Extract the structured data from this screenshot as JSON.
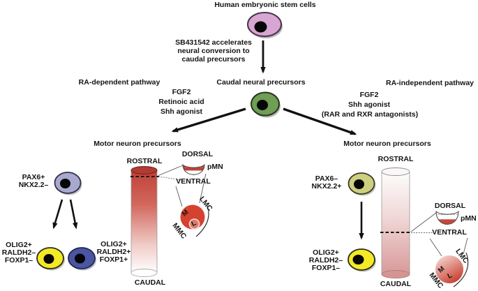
{
  "top": {
    "title": "Human embryonic stem cells",
    "sb_note_line1": "SB431542 accelerates",
    "sb_note_line2": "neural conversion to",
    "sb_note_line3": "caudal precursors",
    "caudal_label": "Caudal neural precursors"
  },
  "left": {
    "pathway": "RA-dependent pathway",
    "factor1": "FGF2",
    "factor2": "Retinoic acid",
    "factor3": "Shh agonist",
    "mn_label": "Motor neuron precursors",
    "rostral": "ROSTRAL",
    "caudal": "CAUDAL",
    "dorsal": "DORSAL",
    "ventral": "VENTRAL",
    "pmn": "pMN",
    "lmc": "LMC",
    "mmc": "MMC",
    "m": "M",
    "l": "L",
    "pax1": "PAX6+",
    "pax2": "NKX2.2–",
    "oligA1": "OLIG2+",
    "oligA2": "RALDH2–",
    "oligA3": "FOXP1–",
    "oligB1": "OLIG2+",
    "oligB2": "RALDH2+",
    "oligB3": "FOXP1+"
  },
  "right": {
    "pathway": "RA-independent pathway",
    "factor1": "FGF2",
    "factor2": "Shh agonist",
    "factor3": "(RAR and RXR antagonists)",
    "mn_label": "Motor neuron precursors",
    "rostral": "ROSTRAL",
    "caudal": "CAUDAL",
    "dorsal": "DORSAL",
    "ventral": "VENTRAL",
    "pmn": "pMN",
    "lmc": "LMC",
    "mmc": "MMC",
    "m": "M",
    "l": "L",
    "pax1": "PAX6–",
    "pax2": "NKX2.2+",
    "olig1": "OLIG2+",
    "olig2": "RALDH2–",
    "olig3": "FOXP1–"
  },
  "colors": {
    "hesc_cell": "#d8a6d2",
    "caudal_cell": "#6f9e54",
    "pax6pos_cell": "#a9a9d0",
    "olig_yellow_cell": "#f3ea25",
    "olig_blue_cell": "#4b55a3",
    "pax6neg_cell": "#cdd07f",
    "rostral_red": "#c5463c",
    "lmc_red": "#d5422f"
  }
}
